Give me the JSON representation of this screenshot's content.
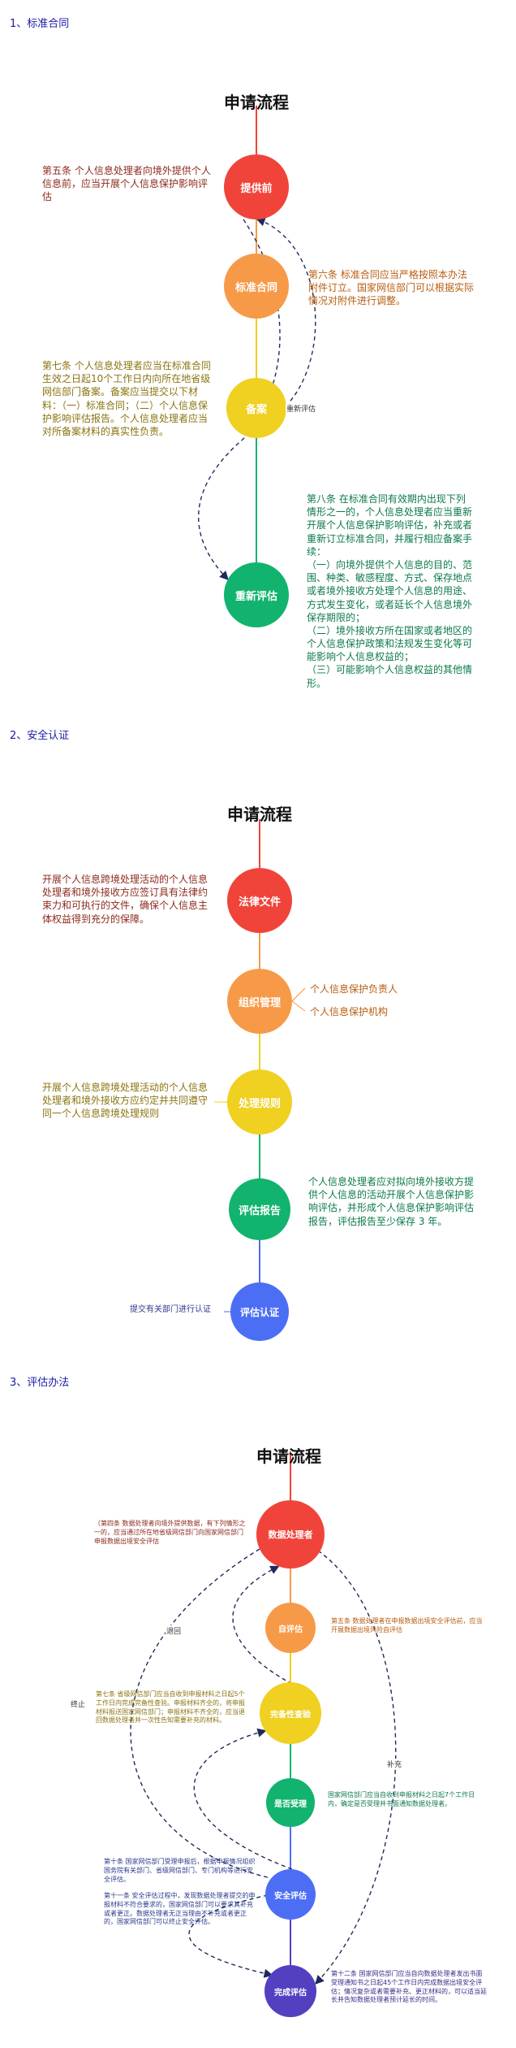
{
  "sections": [
    {
      "heading": "1、标准合同",
      "flow_title": "申请流程",
      "nodes": [
        {
          "label": "提供前",
          "color": "#f0443a"
        },
        {
          "label": "标准合同",
          "color": "#f79a48"
        },
        {
          "label": "备案",
          "color": "#f0d020"
        },
        {
          "label": "重新评估",
          "color": "#12b36e"
        }
      ],
      "notes": [
        {
          "text": "第五条 个人信息处理者向境外提供个人信息前，应当开展个人信息保护影响评估",
          "color": "#8b2a1e"
        },
        {
          "text": "第六条 标准合同应当严格按照本办法附件订立。国家网信部门可以根据实际情况对附件进行调整。",
          "color": "#b85d10"
        },
        {
          "text": "第七条 个人信息处理者应当在标准合同生效之日起10个工作日内向所在地省级网信部门备案。备案应当提交以下材料：（一）标准合同；（二）个人信息保护影响评估报告。个人信息处理者应当对所备案材料的真实性负责。",
          "color": "#8a7410"
        },
        {
          "text": "第八条 在标准合同有效期内出现下列情形之一的，个人信息处理者应当重新开展个人信息保护影响评估，补充或者重新订立标准合同，并履行相应备案手续：\n（一）向境外提供个人信息的目的、范围、种类、敏感程度、方式、保存地点或者境外接收方处理个人信息的用途、方式发生变化，或者延长个人信息境外保存期限的；\n（二）境外接收方所在国家或者地区的个人信息保护政策和法规发生变化等可能影响个人信息权益的；\n（三）可能影响个人信息权益的其他情形。",
          "color": "#0d7a4a"
        }
      ],
      "edge_labels": [
        "重新评估"
      ]
    },
    {
      "heading": "2、安全认证",
      "flow_title": "申请流程",
      "nodes": [
        {
          "label": "法律文件",
          "color": "#f0443a"
        },
        {
          "label": "组织管理",
          "color": "#f79a48"
        },
        {
          "label": "处理规则",
          "color": "#f0d020"
        },
        {
          "label": "评估报告",
          "color": "#12b36e"
        },
        {
          "label": "评估认证",
          "color": "#4c6ef5"
        }
      ],
      "notes": [
        {
          "text": "开展个人信息跨境处理活动的个人信息处理者和境外接收方应签订具有法律约束力和可执行的文件，确保个人信息主体权益得到充分的保障。",
          "color": "#8b2a1e"
        },
        {
          "text": "个人信息保护负责人",
          "color": "#b85d10"
        },
        {
          "text": "个人信息保护机构",
          "color": "#b85d10"
        },
        {
          "text": "开展个人信息跨境处理活动的个人信息处理者和境外接收方应约定并共同遵守同一个人信息跨境处理规则",
          "color": "#8a7410"
        },
        {
          "text": "个人信息处理者应对拟向境外接收方提供个人信息的活动开展个人信息保护影响评估，并形成个人信息保护影响评估报告，评估报告至少保存 3 年。",
          "color": "#0d7a4a"
        },
        {
          "text": "提交有关部门进行认证",
          "color": "#2b3a8c"
        }
      ]
    },
    {
      "heading": "3、评估办法",
      "flow_title": "申请流程",
      "nodes": [
        {
          "label": "数据处理者",
          "color": "#f0443a"
        },
        {
          "label": "自评估",
          "color": "#f79a48"
        },
        {
          "label": "完备性查验",
          "color": "#f0d020"
        },
        {
          "label": "是否受理",
          "color": "#12b36e"
        },
        {
          "label": "安全评估",
          "color": "#4c6ef5"
        },
        {
          "label": "完成评估",
          "color": "#5340c0"
        }
      ],
      "notes": [
        {
          "text": "（第四条 数据处理者向境外提供数据，有下列情形之一的，应当通过所在地省级网信部门向国家网信部门申报数据出境安全评估",
          "color": "#8b2a1e"
        },
        {
          "text": "第五条 数据处理者在申报数据出境安全评估前，应当开展数据出境风险自评估",
          "color": "#b85d10"
        },
        {
          "text": "第七条 省级网信部门应当自收到申报材料之日起5个工作日内完成完备性查验。申报材料齐全的，将申报材料报送国家网信部门；申报材料不齐全的，应当退回数据处理者并一次性告知需要补充的材料。",
          "color": "#8a7410"
        },
        {
          "text": "国家网信部门应当自收到申报材料之日起7个工作日内，确定是否受理并书面通知数据处理者。",
          "color": "#0d7a4a"
        },
        {
          "text": "第十条 国家网信部门受理申报后，根据申报情况组织国务院有关部门、省级网信部门、专门机构等进行安全评估。",
          "color": "#2b3a8c"
        },
        {
          "text": "第十一条 安全评估过程中，发现数据处理者提交的申报材料不符合要求的，国家网信部门可以要求其补充或者更正。数据处理者无正当理由不补充或者更正的，国家网信部门可以终止安全评估。",
          "color": "#2b3a8c"
        },
        {
          "text": "第十二条 国家网信部门应当自向数据处理者发出书面受理通知书之日起45个工作日内完成数据出境安全评估；情况复杂或者需要补充、更正材料的，可以适当延长并告知数据处理者预计延长的时间。",
          "color": "#3a2d8a"
        }
      ],
      "edge_labels": [
        "退回",
        "终止",
        "补充"
      ]
    }
  ]
}
